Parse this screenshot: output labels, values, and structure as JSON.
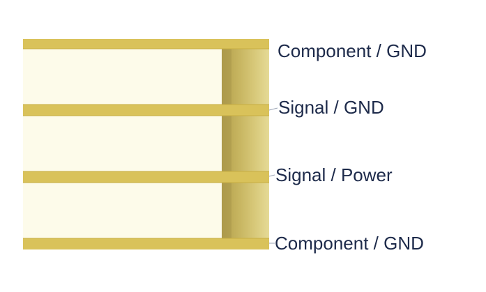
{
  "layers": [
    {
      "label": "Component / GND"
    },
    {
      "label": "Signal / GND"
    },
    {
      "label": "Signal / Power"
    },
    {
      "label": "Component / GND"
    }
  ],
  "colors": {
    "copper": "#d9c25a",
    "copper_edge": "#c8ae43",
    "core": "#fdfbea",
    "via_dark": "#b9a650",
    "via_mid": "#cfbf6e",
    "via_light": "#e2d68d",
    "label_text": "#1d2a4a"
  }
}
